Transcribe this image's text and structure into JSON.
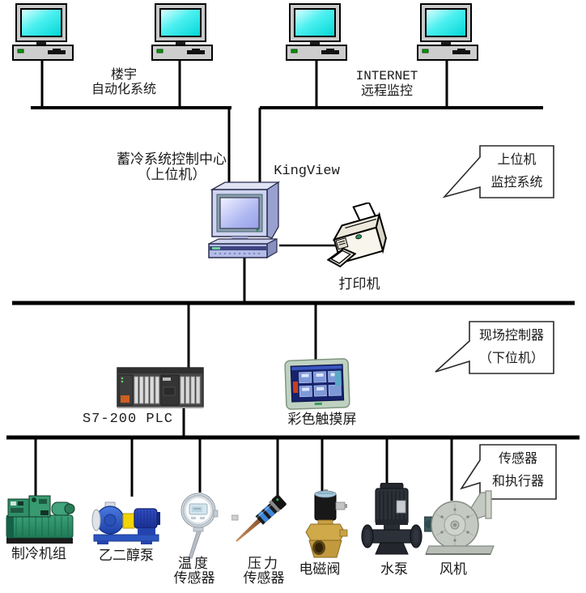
{
  "upper_layer": {
    "building_automation": [
      "楼宇",
      "自动化系统"
    ],
    "internet": [
      "INTERNET",
      "远程监控"
    ],
    "control_center": [
      "蓄冷系统控制中心",
      "（上位机）"
    ],
    "software_label": "KingView",
    "printer_label": "打印机",
    "callout": [
      "上位机",
      "监控系统"
    ]
  },
  "controller_layer": {
    "plc_label": "S7-200 PLC",
    "touchscreen_label": "彩色触摸屏",
    "callout": [
      "现场控制器",
      "（下位机）"
    ]
  },
  "field_layer": {
    "callout": [
      "传感器",
      "和执行器"
    ],
    "devices": [
      {
        "name": "chiller-unit",
        "label": [
          "制冷机组"
        ]
      },
      {
        "name": "glycol-pump",
        "label": [
          "乙二醇泵"
        ]
      },
      {
        "name": "temperature-sensor",
        "label": [
          "温度",
          "传感器"
        ]
      },
      {
        "name": "pressure-sensor",
        "label": [
          "压力",
          "传感器"
        ]
      },
      {
        "name": "solenoid-valve",
        "label": [
          "电磁阀"
        ]
      },
      {
        "name": "water-pump",
        "label": [
          "水泵"
        ]
      },
      {
        "name": "fan",
        "label": [
          "风机"
        ]
      }
    ]
  },
  "colors": {
    "line": "#000000",
    "callout_border": "#2a2a2a",
    "monitor_screen_cyan": "#2ee6e6",
    "control_pc_screen_violet": "#a9b2ee",
    "plc_body": "#474747",
    "touchscreen_frame": "#bfd2c2",
    "touchscreen_screen": "#16226b",
    "chiller_green": "#2f8f68",
    "pump_blue": "#2a52b8",
    "coupling_yellow": "#f2d408",
    "valve_brass": "#c9a144",
    "water_pump_dark": "#2c3038",
    "fan_gray": "#c4cac2",
    "printer_body": "#f7f5ec"
  }
}
